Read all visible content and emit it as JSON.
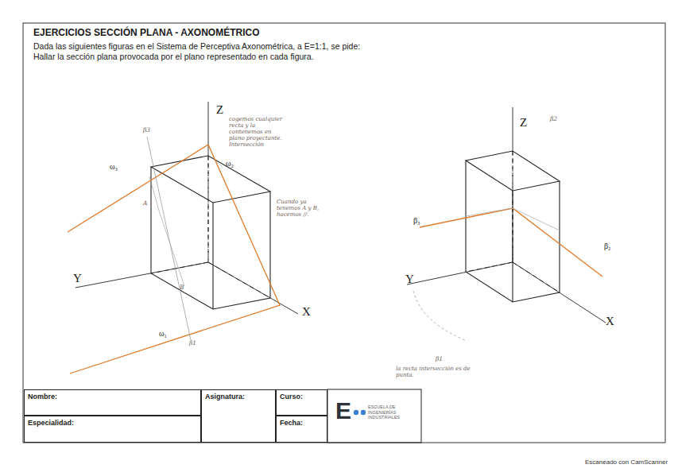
{
  "diagram": {
    "title": "EJERCICIOS SECCIÓN PLANA - AXONOMÉTRICO",
    "nodes": [
      {
        "text": [
          "Nombre:"
        ]
      },
      {
        "text": [
          "Especialidad:"
        ]
      },
      {
        "text": [
          "Asignatura:"
        ]
      },
      {
        "text": [
          "Curso:"
        ]
      },
      {
        "text": [
          "Fecha:"
        ]
      }
    ],
    "labels": [
      "Dada las siguientes figuras en el Sistema de Perceptiva Axonométrica, a E=1:1, se pide:",
      "Hallar la sección plana provocada por el plano representado en cada figura.",
      "Z",
      "Y",
      "X",
      "ω₃",
      "ω₂",
      "ω₁",
      "β3",
      "β1",
      "A",
      "B",
      "cogemos cualquier recta y la contenemos en plano proyectante. Intersección",
      "Cuando ya tenemos A y B, hacemos //.",
      "Z",
      "β2",
      "Y",
      "X",
      "β₃",
      "β₂",
      "β1",
      "la recta intersección es de punta.",
      "E",
      "ESCUELA DE INGENIERÍAS INDUSTRIALES",
      "Escaneado con CamScanner"
    ]
  }
}
